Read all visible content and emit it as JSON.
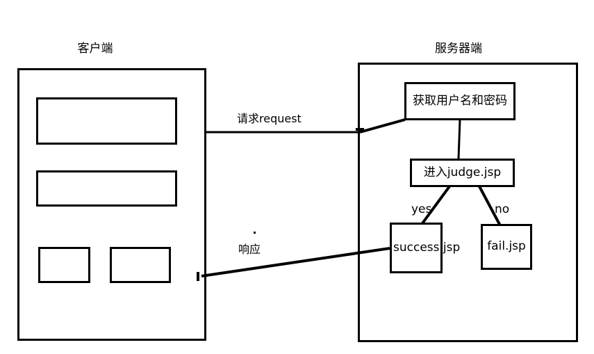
{
  "diagram": {
    "title_client": "客户端",
    "title_server": "服务器端",
    "client_panel": {
      "label": "客户端",
      "fields": [
        {
          "name": "username-field",
          "label": ""
        },
        {
          "name": "password-field",
          "label": ""
        }
      ],
      "buttons": [
        {
          "name": "submit-button",
          "label": ""
        },
        {
          "name": "reset-button",
          "label": ""
        }
      ]
    },
    "server_panel": {
      "label": "服务器端",
      "nodes": [
        {
          "id": "get-credentials",
          "label": "获取用户名和密码"
        },
        {
          "id": "enter-judge",
          "label": "进入judge.jsp"
        },
        {
          "id": "success-page",
          "label": "success.jsp"
        },
        {
          "id": "fail-page",
          "label": "fail.jsp"
        }
      ]
    },
    "edges": [
      {
        "id": "request",
        "label": "请求request"
      },
      {
        "id": "response",
        "label": "响应"
      },
      {
        "id": "branch-yes",
        "label": "yes"
      },
      {
        "id": "branch-no",
        "label": "no"
      }
    ],
    "colors": {
      "stroke": "#000000",
      "background": "#ffffff"
    }
  }
}
